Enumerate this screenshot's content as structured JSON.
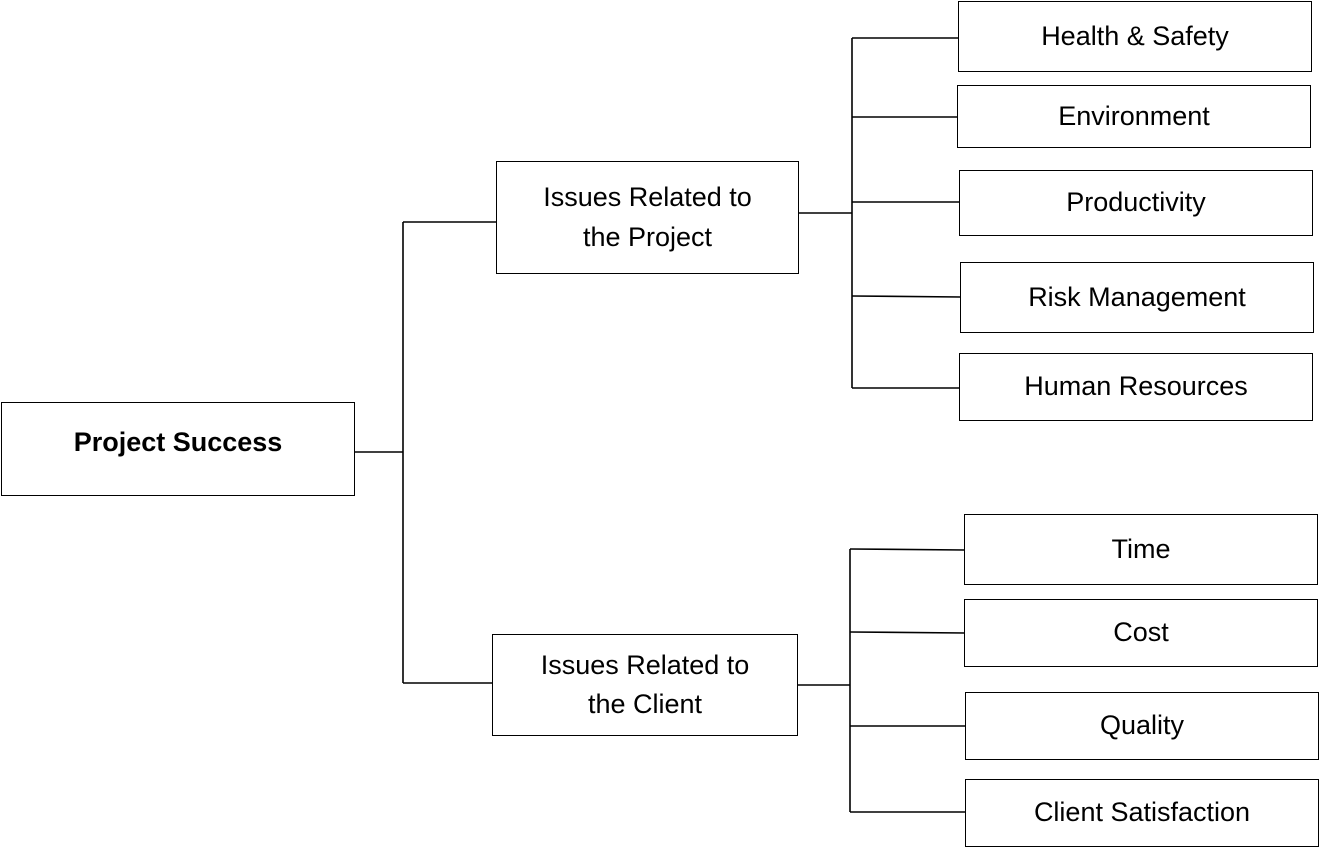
{
  "root": {
    "label": "Project Success"
  },
  "branches": [
    {
      "label": "Issues Related to the Project",
      "children": [
        "Health & Safety",
        "Environment",
        "Productivity",
        "Risk Management",
        "Human Resources"
      ]
    },
    {
      "label": "Issues Related to the Client",
      "children": [
        "Time",
        "Cost",
        "Quality",
        "Client Satisfaction"
      ]
    }
  ]
}
